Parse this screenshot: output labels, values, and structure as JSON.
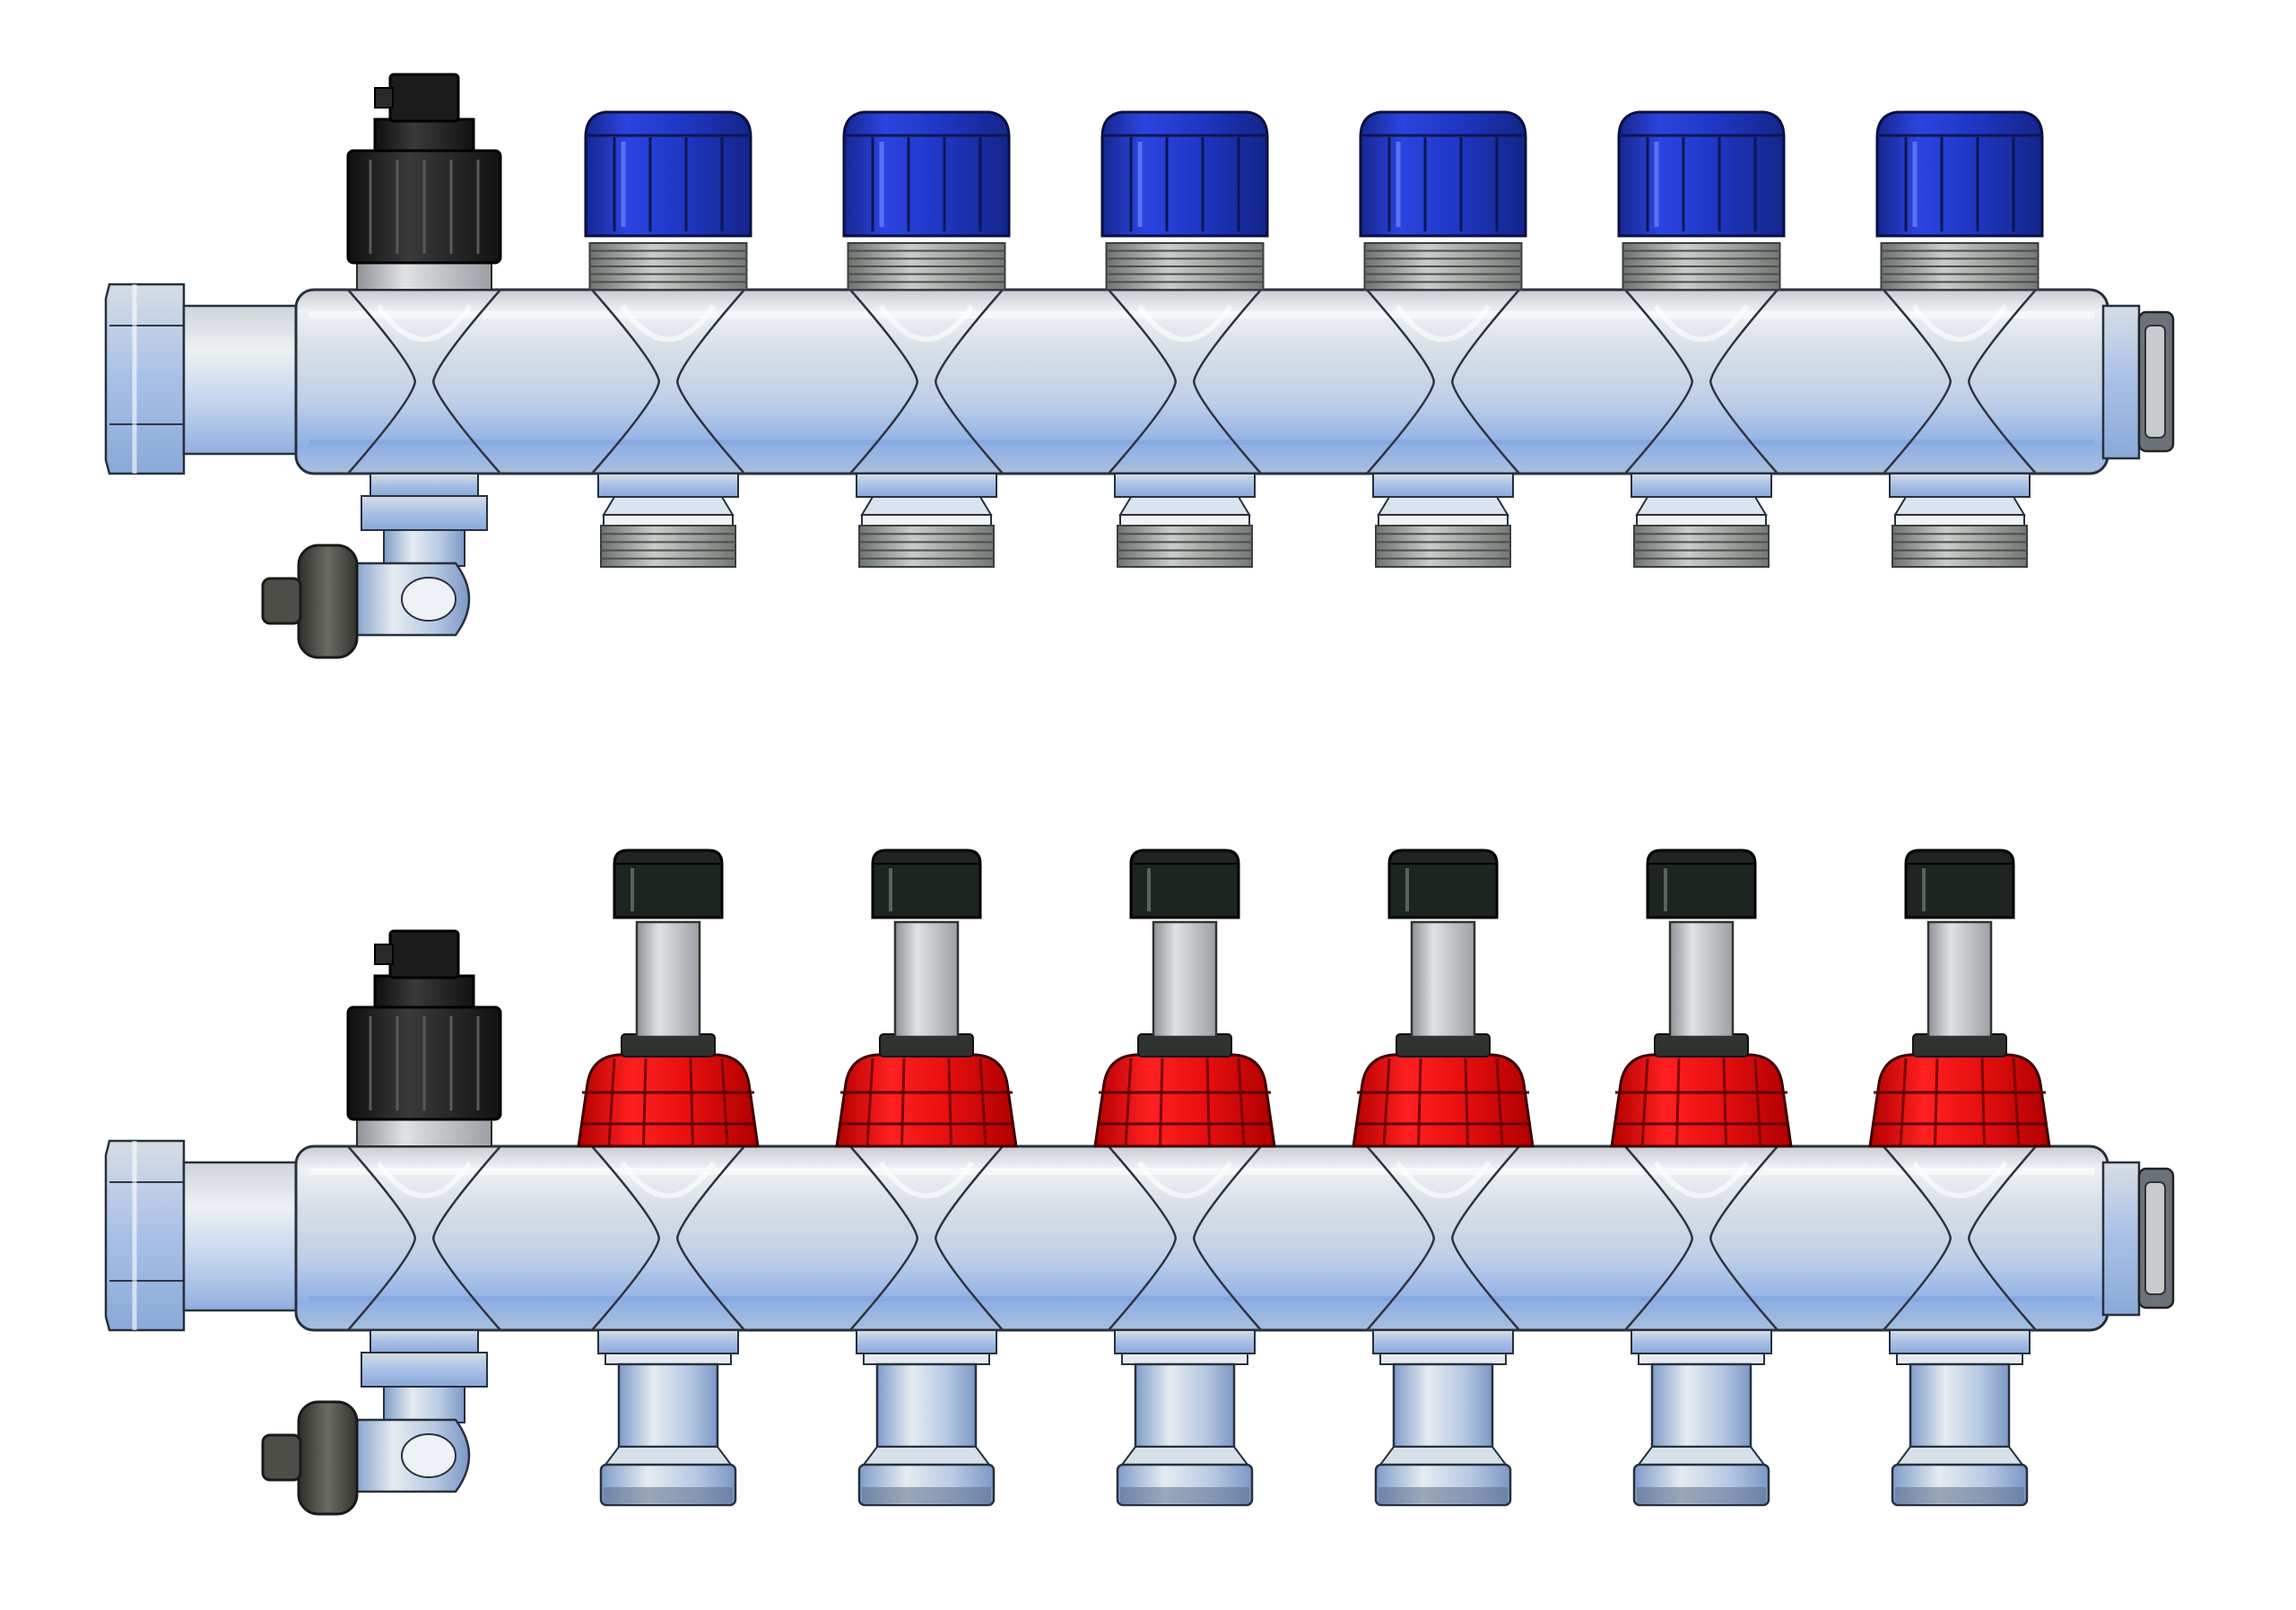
{
  "manifolds": [
    {
      "kind": "return",
      "outlets": 6,
      "cap_color": "#1f35c4",
      "cap_style": "blue-handwheel"
    },
    {
      "kind": "supply",
      "outlets": 6,
      "cap_color": "#e60f0f",
      "cap_style": "red-flowmeter"
    }
  ],
  "colors": {
    "steel_light": "#e9edf3",
    "steel_mid": "#b9c4d2",
    "steel_blue": "#9db8e6",
    "thread": "#8e9591",
    "vent_black": "#1b1b1b",
    "drain_knob": "#4d4e47",
    "flowmeter_cap": "#1e2420",
    "flowmeter_tube": "#b8bbbd"
  }
}
